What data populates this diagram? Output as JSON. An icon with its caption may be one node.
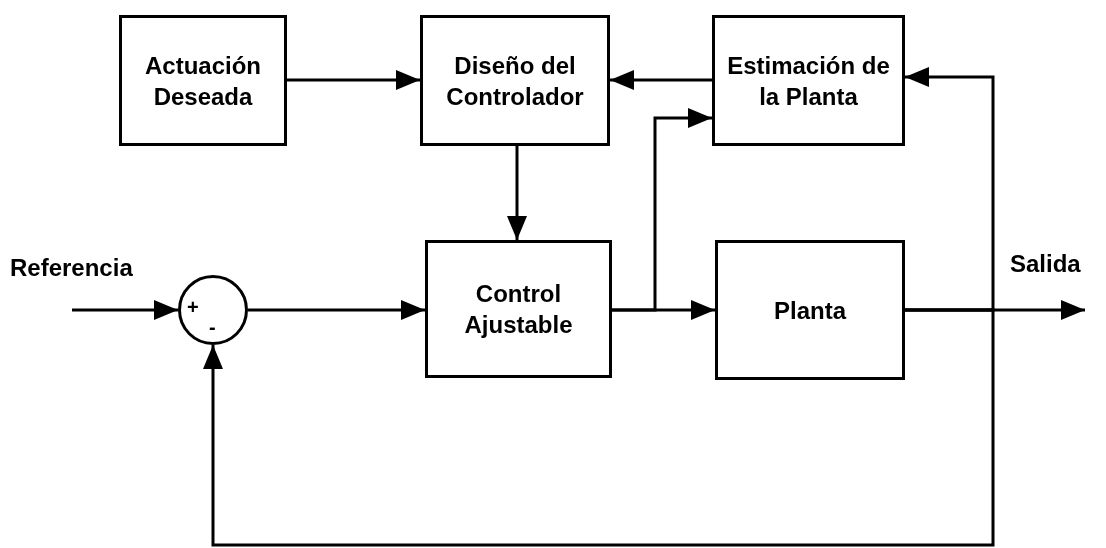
{
  "diagram": {
    "nodes": [
      {
        "text": [
          "Actuación Deseada"
        ]
      },
      {
        "text": [
          "Diseño del Controlador"
        ]
      },
      {
        "text": [
          "Estimación de la Planta"
        ]
      },
      {
        "text": [
          "+",
          "-"
        ]
      },
      {
        "text": [
          "Control Ajustable"
        ]
      },
      {
        "text": [
          "Planta"
        ]
      }
    ],
    "edges": [
      {
        "from": 0,
        "to": 1,
        "arrow": "to"
      },
      {
        "from": 2,
        "to": 1,
        "arrow": "to"
      },
      {
        "from": 1,
        "to": 4,
        "arrow": "to"
      },
      {
        "from": null,
        "to": 3,
        "arrow": "to"
      },
      {
        "from": 3,
        "to": 4,
        "arrow": "to"
      },
      {
        "from": 4,
        "to": 5,
        "arrow": "to"
      },
      {
        "from": 4,
        "to": 2,
        "arrow": "to"
      },
      {
        "from": 5,
        "to": null,
        "arrow": "to"
      },
      {
        "from": 5,
        "to": 2,
        "arrow": "to"
      },
      {
        "from": 5,
        "to": 3,
        "arrow": "to"
      }
    ],
    "labels": [
      "Referencia",
      "Salida"
    ]
  }
}
